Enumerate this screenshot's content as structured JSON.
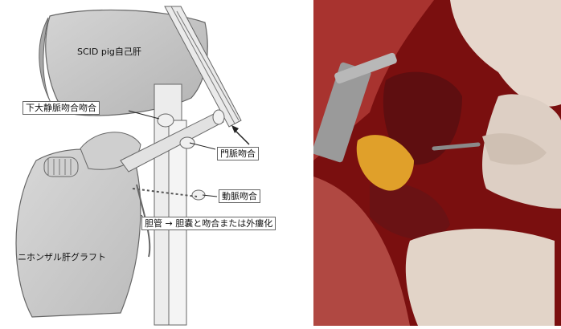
{
  "labels": {
    "scid_liver": "SCID pig自己肝",
    "ivc_anastomosis": "下大静脈吻合吻合",
    "portal_anastomosis": "門脈吻合",
    "arterial_anastomosis": "動脈吻合",
    "bile_duct": "胆管 → 胆嚢と吻合または外瘻化",
    "graft": "ニホンザル肝グラフト"
  },
  "colors": {
    "liver_fill": "#c8c8c8",
    "vessel_fill": "#e6e6e6",
    "surgical_red": "#8a1212",
    "gallbladder": "#e0a02a",
    "glove": "#e6d7cc"
  }
}
